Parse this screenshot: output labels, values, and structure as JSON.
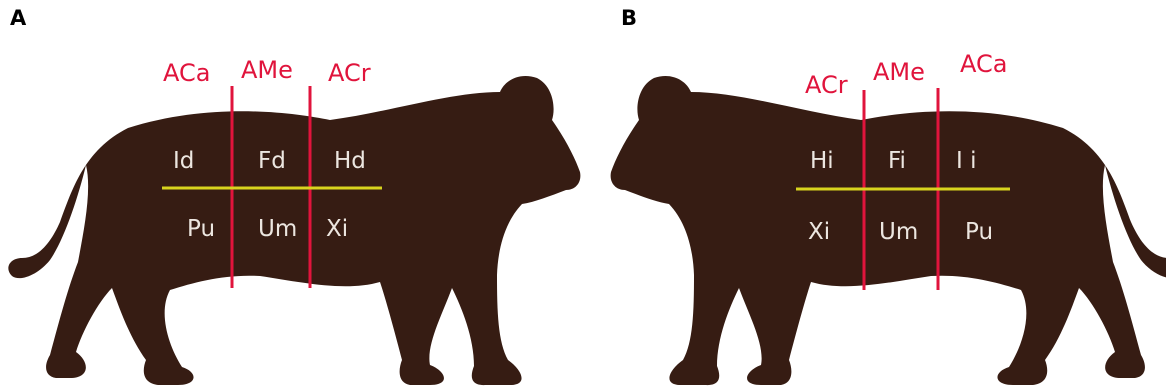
{
  "panels": [
    {
      "letter": "A",
      "zones": [
        "ACa",
        "AMe",
        "ACr"
      ],
      "regions_top": [
        "Id",
        "Fd",
        "Hd"
      ],
      "regions_bottom": [
        "Pu",
        "Um",
        "Xi"
      ]
    },
    {
      "letter": "B",
      "zones": [
        "ACr",
        "AMe",
        "ACa"
      ],
      "regions_top": [
        "Hi",
        "Fi",
        "I i"
      ],
      "regions_bottom": [
        "Xi",
        "Um",
        "Pu"
      ]
    }
  ],
  "colors": {
    "silhouette": "#361c13",
    "zone_line": "#e0143c",
    "midline": "#d8d41e",
    "region_text": "#ece6e0"
  }
}
